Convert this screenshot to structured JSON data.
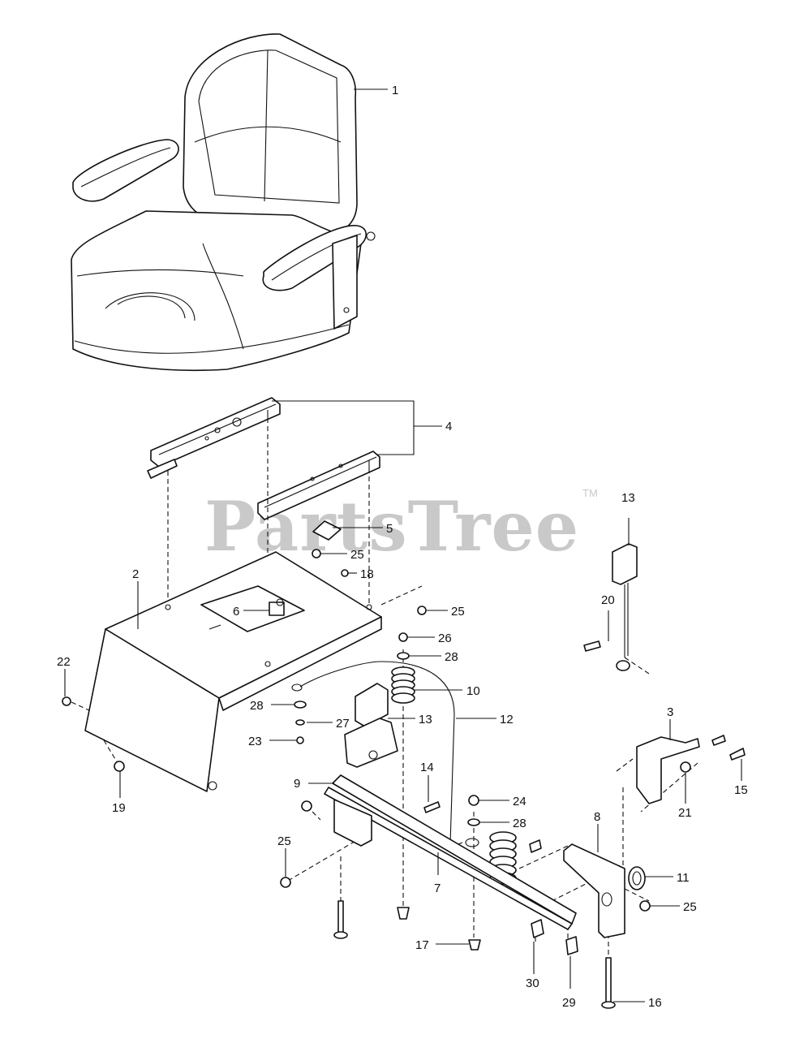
{
  "watermark": {
    "text": "PartsTree",
    "trademark": "TM"
  },
  "callouts": {
    "c1": "1",
    "c2": "2",
    "c3": "3",
    "c4": "4",
    "c5": "5",
    "c6": "6",
    "c7": "7",
    "c8": "8",
    "c9": "9",
    "c10": "10",
    "c11": "11",
    "c12": "12",
    "c13a": "13",
    "c13b": "13",
    "c14": "14",
    "c15": "15",
    "c16": "16",
    "c17": "17",
    "c18": "18",
    "c19": "19",
    "c20": "20",
    "c21": "21",
    "c22": "22",
    "c23": "23",
    "c24": "24",
    "c25a": "25",
    "c25b": "25",
    "c25c": "25",
    "c25d": "25",
    "c26": "26",
    "c27": "27",
    "c28a": "28",
    "c28b": "28",
    "c28c": "28",
    "c29": "29",
    "c30": "30"
  }
}
